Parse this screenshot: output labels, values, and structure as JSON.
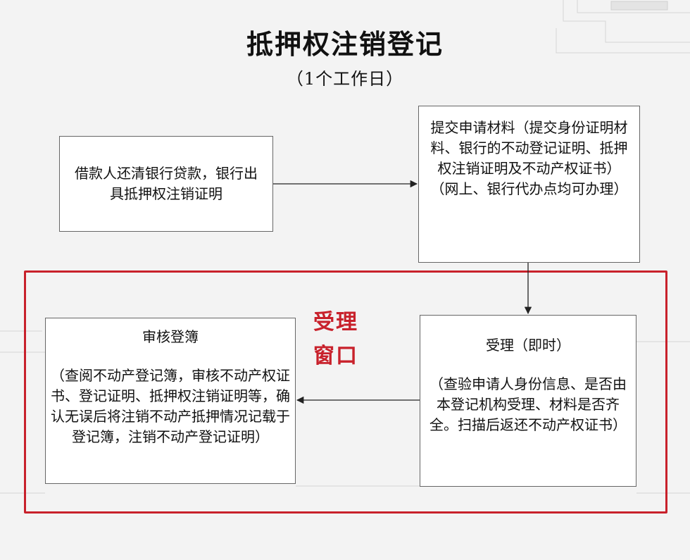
{
  "header": {
    "title": "抵押权注销登记",
    "subtitle": "（1个工作日）"
  },
  "steps": {
    "borrower": {
      "text": "借款人还清银行贷款，银行出具抵押权注销证明"
    },
    "submit": {
      "text": "提交申请材料（提交身份证明材料、银行的不动登记证明、抵押权注销证明及不动产权证书）",
      "note": "（网上、银行代办点均可办理）"
    },
    "accept": {
      "title": "受理（即时）",
      "detail": "（查验申请人身份信息、是否由本登记机构受理、材料是否齐全。扫描后返还不动产权证书）"
    },
    "review": {
      "title": "审核登簿",
      "detail": "（查阅不动产登记簿，审核不动产权证书、登记证明、抵押权注销证明等，确认无误后将注销不动产抵押情况记载于登记簿，注销不动产登记证明）"
    }
  },
  "window": {
    "label_line1": "受理",
    "label_line2": "窗口",
    "color": "#c8212b"
  }
}
